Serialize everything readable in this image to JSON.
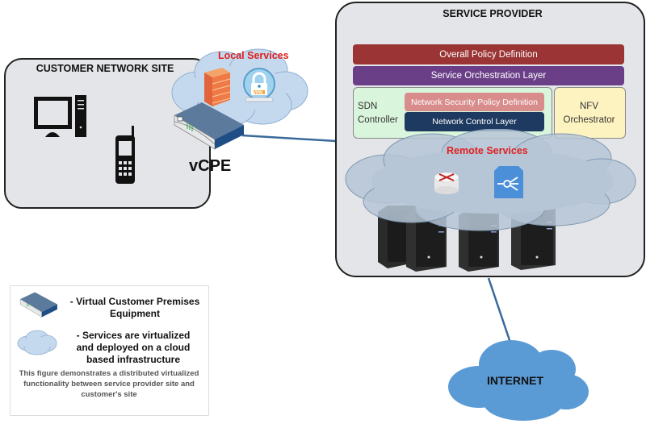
{
  "customer_site": {
    "title": "CUSTOMER NETWORK SITE",
    "devices": [
      "desktop-computer",
      "mobile-phone"
    ]
  },
  "local_services": {
    "title": "Local Services",
    "icons": [
      "firewall",
      "vpn-lock"
    ]
  },
  "vcpe": {
    "label": "vCPE"
  },
  "service_provider": {
    "title": "SERVICE PROVIDER",
    "layers": {
      "overall_policy": "Overall Policy Definition",
      "service_orchestration": "Service Orchestration Layer",
      "sdn_controller_line1": "SDN",
      "sdn_controller_line2": "Controller",
      "network_security_policy": "Network Security Policy Definition",
      "network_control": "Network Control Layer",
      "nfv_line1": "NFV",
      "nfv_line2": "Orchestrator"
    },
    "remote_services": {
      "title": "Remote Services",
      "icons": [
        "router",
        "load-balancer"
      ]
    },
    "servers": 4
  },
  "internet": {
    "label": "INTERNET"
  },
  "legend": {
    "vcpe_desc_line1": "- Virtual Customer Premises",
    "vcpe_desc_line2": "Equipment",
    "cloud_desc_line1": "- Services are virtualized",
    "cloud_desc_line2": "and deployed on a cloud",
    "cloud_desc_line3": "based infrastructure",
    "note_line1": "This figure demonstrates a distributed virtualized",
    "note_line2": "functionality between service provider site and",
    "note_line3": "customer's site"
  },
  "colors": {
    "overall_policy": "#9b3535",
    "service_orchestration": "#6a3f87",
    "sdn_bg": "#d9f5dc",
    "network_security_policy": "#d98c8c",
    "network_control": "#1f3a60",
    "nfv_bg": "#fdf3c0",
    "internet_cloud": "#5b9bd5",
    "accent_red": "#e02020"
  }
}
